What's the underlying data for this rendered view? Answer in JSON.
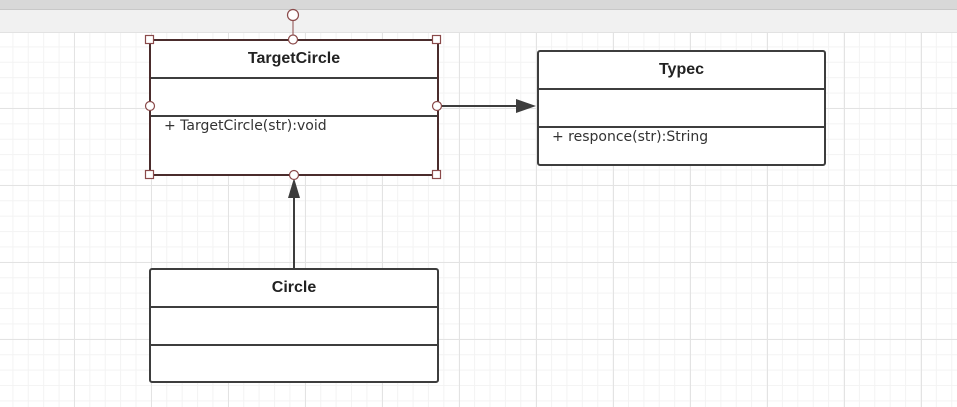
{
  "diagram": {
    "classes": {
      "target_circle": {
        "name": "TargetCircle",
        "operations": [
          "+ TargetCircle(str):void"
        ],
        "selected": true
      },
      "typec": {
        "name": "Typec",
        "operations": [
          "+ responce(str):String"
        ],
        "selected": false
      },
      "circle": {
        "name": "Circle",
        "operations": [],
        "selected": false
      }
    },
    "relations": [
      {
        "from": "TargetCircle",
        "to": "Typec",
        "kind": "association"
      },
      {
        "from": "Circle",
        "to": "TargetCircle",
        "kind": "generalization"
      }
    ]
  },
  "colors": {
    "line": "#3d3d3d",
    "selection_handle": "#8a4a4a",
    "grid": "#e3e3e3"
  }
}
